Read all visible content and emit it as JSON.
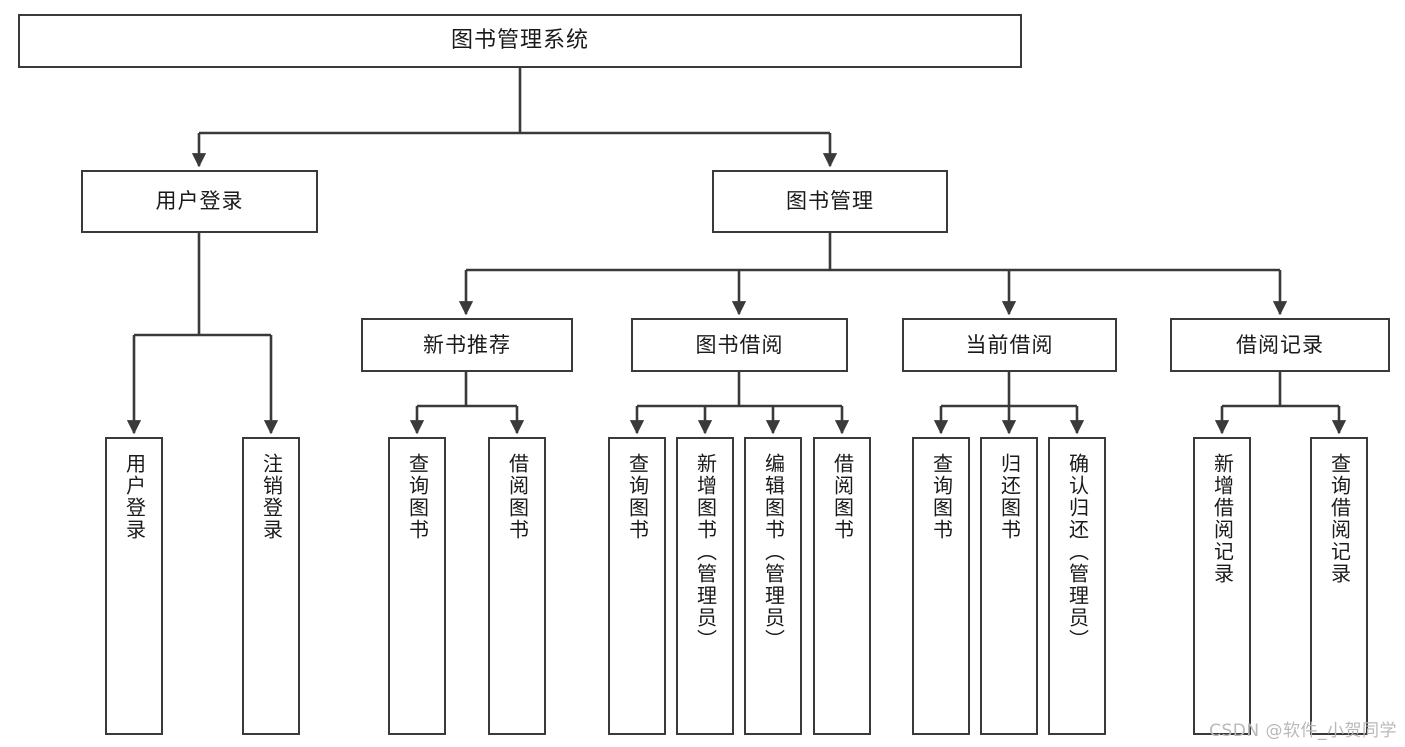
{
  "diagram": {
    "title": "图书管理系统",
    "watermark": "CSDN @软件_小贺同学",
    "colors": {
      "border": "#3a3a3a",
      "background": "#ffffff",
      "text": "#1a1a1a",
      "edge": "#3a3a3a",
      "watermark": "#b9b9b9"
    },
    "root": {
      "label": "图书管理系统"
    },
    "level2": [
      {
        "label": "用户登录"
      },
      {
        "label": "图书管理"
      }
    ],
    "level3": [
      {
        "label": "新书推荐"
      },
      {
        "label": "图书借阅"
      },
      {
        "label": "当前借阅"
      },
      {
        "label": "借阅记录"
      }
    ],
    "leaves": {
      "user_login": [
        {
          "label": "用户登录"
        },
        {
          "label": "注销登录"
        }
      ],
      "new_book": [
        {
          "label": "查询图书"
        },
        {
          "label": "借阅图书"
        }
      ],
      "book_borrow": [
        {
          "label": "查询图书"
        },
        {
          "label": "新增图书（管理员）"
        },
        {
          "label": "编辑图书（管理员）"
        },
        {
          "label": "借阅图书"
        }
      ],
      "current_borrow": [
        {
          "label": "查询图书"
        },
        {
          "label": "归还图书"
        },
        {
          "label": "确认归还（管理员）"
        }
      ],
      "borrow_record": [
        {
          "label": "新增借阅记录"
        },
        {
          "label": "查询借阅记录"
        }
      ]
    }
  }
}
